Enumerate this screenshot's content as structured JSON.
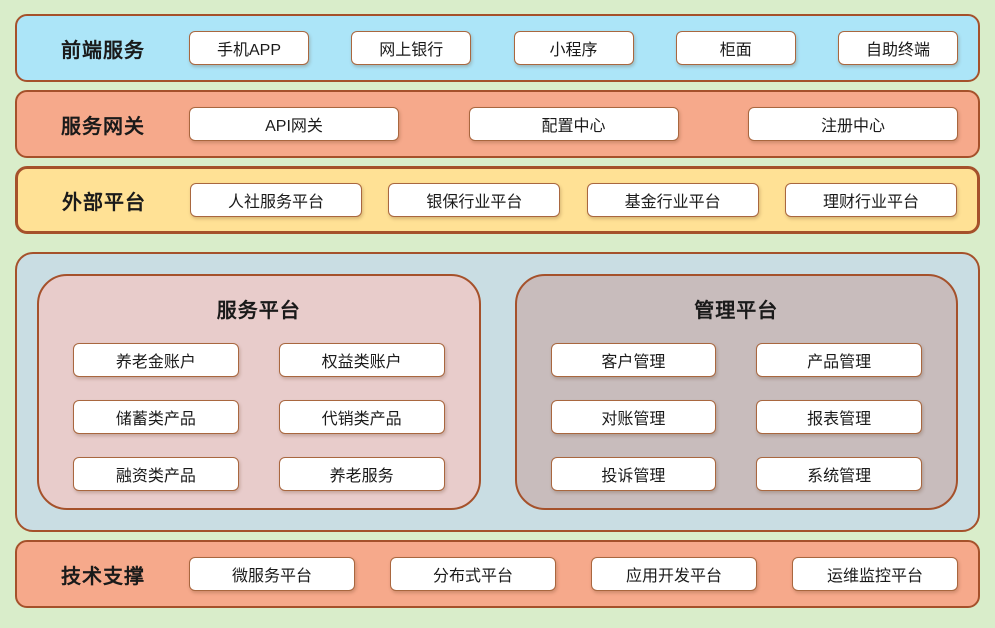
{
  "bands": {
    "frontend": {
      "label": "前端服务",
      "items": [
        "手机APP",
        "网上银行",
        "小程序",
        "柜面",
        "自助终端"
      ]
    },
    "gateway": {
      "label": "服务网关",
      "items": [
        "API网关",
        "配置中心",
        "注册中心"
      ]
    },
    "external": {
      "label": "外部平台",
      "items": [
        "人社服务平台",
        "银保行业平台",
        "基金行业平台",
        "理财行业平台"
      ]
    },
    "support": {
      "label": "技术支撑",
      "items": [
        "微服务平台",
        "分布式平台",
        "应用开发平台",
        "运维监控平台"
      ]
    }
  },
  "platforms": {
    "service": {
      "title": "服务平台",
      "items": [
        "养老金账户",
        "权益类账户",
        "储蓄类产品",
        "代销类产品",
        "融资类产品",
        "养老服务"
      ]
    },
    "management": {
      "title": "管理平台",
      "items": [
        "客户管理",
        "产品管理",
        "对账管理",
        "报表管理",
        "投诉管理",
        "系统管理"
      ]
    }
  },
  "colors": {
    "background": "#d9edca",
    "border_brown": "#a5512b",
    "frontend_band": "#ace5f8",
    "gateway_band": "#f6a98b",
    "external_band": "#ffe195",
    "middle_section": "#c9dde3",
    "service_platform": "#e8cccb",
    "management_platform": "#c8bcbc",
    "item_box": "#ffffff"
  }
}
